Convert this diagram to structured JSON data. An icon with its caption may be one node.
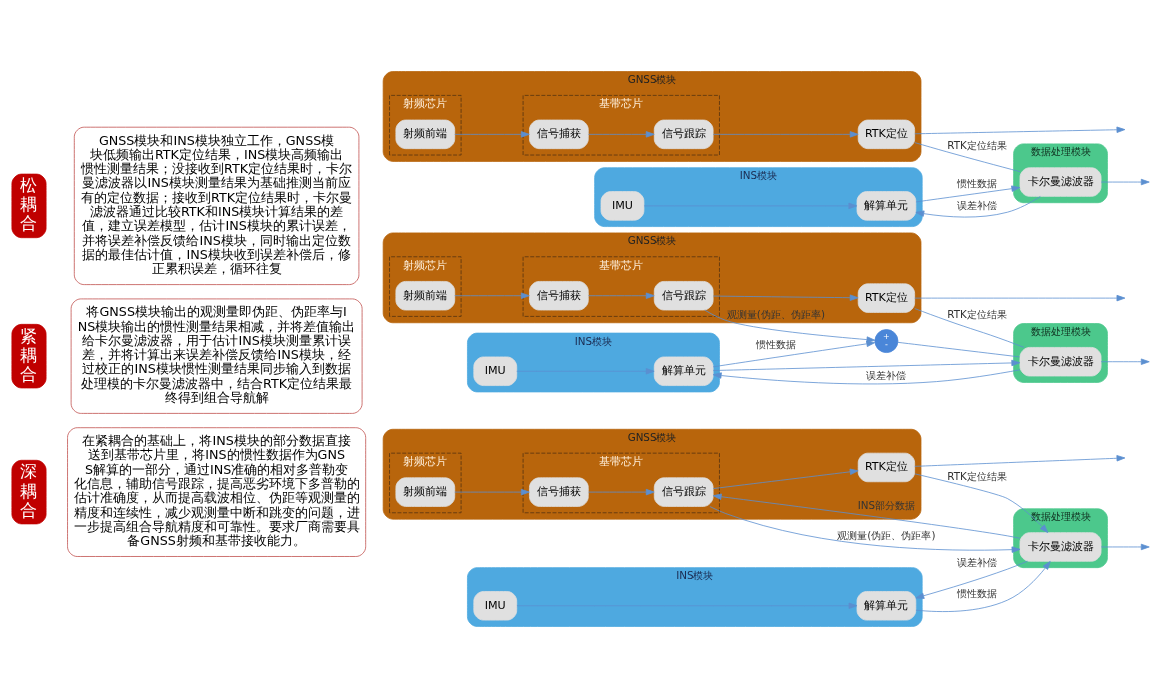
{
  "diagram": {
    "nodes": [
      {
        "text": [
          "松耦合"
        ]
      },
      {
        "text": [
          "GNSS模块和INS模块独立工作，GNSS模块低频输出RTK定位结果，INS模块高频输出惯性测量结果；没接收到RTK定位结果时，卡尔曼滤波器以INS模块测量结果为基础推测当前应有的定位数据；接收到RTK定位结果时，卡尔曼滤波器通过比较RTK和INS模块计算结果的差值，建立误差模型，估计INS模块的累计误差，并将误差补偿反馈给INS模块，同时输出定位数据的最佳估计值，INS模块收到误差补偿后，修正累积误差，循环往复"
        ]
      },
      {
        "text": [
          "GNSS模块"
        ]
      },
      {
        "text": [
          "射频芯片"
        ],
        "in": 2
      },
      {
        "text": [
          "射频前端"
        ],
        "in": 3
      },
      {
        "text": [
          "基带芯片"
        ],
        "in": 2
      },
      {
        "text": [
          "信号捕获"
        ],
        "in": 5
      },
      {
        "text": [
          "信号跟踪"
        ],
        "in": 5
      },
      {
        "text": [
          "RTK定位"
        ],
        "in": 2
      },
      {
        "text": [
          "INS模块"
        ]
      },
      {
        "text": [
          "IMU"
        ],
        "in": 9
      },
      {
        "text": [
          "解算单元"
        ],
        "in": 9
      },
      {
        "text": [
          "数据处理模块"
        ]
      },
      {
        "text": [
          "卡尔曼滤波器"
        ],
        "in": 12
      },
      {
        "text": [
          "紧耦合"
        ]
      },
      {
        "text": [
          "将GNSS模块输出的观测量即伪距、伪距率与INS模块输出的惯性测量结果相减，并将差值输出给卡尔曼滤波器，用于估计INS模块测量累计误差，并将计算出来误差补偿反馈给INS模块，经过校正的INS模块惯性测量结果同步输入到数据处理模的卡尔曼滤波器中，结合RTK定位结果最终得到组合导航解"
        ]
      },
      {
        "text": [
          "GNSS模块"
        ]
      },
      {
        "text": [
          "射频芯片"
        ],
        "in": 16
      },
      {
        "text": [
          "射频前端"
        ],
        "in": 17
      },
      {
        "text": [
          "基带芯片"
        ],
        "in": 16
      },
      {
        "text": [
          "信号捕获"
        ],
        "in": 19
      },
      {
        "text": [
          "信号跟踪"
        ],
        "in": 19
      },
      {
        "text": [
          "RTK定位"
        ],
        "in": 16
      },
      {
        "text": [
          "+",
          "-"
        ]
      },
      {
        "text": [
          "INS模块"
        ]
      },
      {
        "text": [
          "IMU"
        ],
        "in": 24
      },
      {
        "text": [
          "解算单元"
        ],
        "in": 24
      },
      {
        "text": [
          "数据处理模块"
        ]
      },
      {
        "text": [
          "卡尔曼滤波器"
        ],
        "in": 27
      },
      {
        "text": [
          "深耦合"
        ]
      },
      {
        "text": [
          "在紧耦合的基础上，将INS模块的部分数据直接送到基带芯片里，将INS的惯性数据作为GNSS解算的一部分，通过INS准确的相对多普勒变化信息，辅助信号跟踪，提高恶劣环境下多普勒的估计准确度，从而提高载波相位、伪距等观测量的精度和连续性，减少观测量中断和跳变的问题，进一步提高组合导航精度和可靠性。要求厂商需要具备GNSS射频和基带接收能力。"
        ]
      },
      {
        "text": [
          "GNSS模块"
        ]
      },
      {
        "text": [
          "射频芯片"
        ],
        "in": 31
      },
      {
        "text": [
          "射频前端"
        ],
        "in": 32
      },
      {
        "text": [
          "基带芯片"
        ],
        "in": 31
      },
      {
        "text": [
          "信号捕获"
        ],
        "in": 34
      },
      {
        "text": [
          "信号跟踪"
        ],
        "in": 34
      },
      {
        "text": [
          "RTK定位"
        ],
        "in": 31
      },
      {
        "text": [
          "INS模块"
        ]
      },
      {
        "text": [
          "IMU"
        ],
        "in": 38
      },
      {
        "text": [
          "解算单元"
        ],
        "in": 38
      },
      {
        "text": [
          "数据处理模块"
        ]
      },
      {
        "text": [
          "卡尔曼滤波器"
        ],
        "in": 41
      }
    ],
    "edges": [
      {
        "from": 4,
        "to": 6,
        "arrow": "to"
      },
      {
        "from": 6,
        "to": 7,
        "arrow": "to"
      },
      {
        "from": 7,
        "to": 8,
        "arrow": "to"
      },
      {
        "from": 8,
        "to": null,
        "arrow": "to"
      },
      {
        "from": 10,
        "to": 11,
        "arrow": "to"
      },
      {
        "from": 8,
        "to": 13,
        "arrow": "none",
        "label": "RTK定位结果"
      },
      {
        "from": 11,
        "to": 13,
        "arrow": "to",
        "label": "惯性数据"
      },
      {
        "from": 13,
        "to": 11,
        "arrow": "to",
        "label": "误差补偿"
      },
      {
        "from": 13,
        "to": null,
        "arrow": "to"
      },
      {
        "from": 18,
        "to": 20,
        "arrow": "to"
      },
      {
        "from": 20,
        "to": 21,
        "arrow": "to"
      },
      {
        "from": 21,
        "to": 22,
        "arrow": "to"
      },
      {
        "from": 22,
        "to": null,
        "arrow": "to"
      },
      {
        "from": 21,
        "to": 23,
        "arrow": "to",
        "label": "观测量(伪距、伪距率)"
      },
      {
        "from": 22,
        "to": 28,
        "arrow": "none",
        "label": "RTK定位结果"
      },
      {
        "from": 25,
        "to": 26,
        "arrow": "to"
      },
      {
        "from": 26,
        "to": 23,
        "arrow": "to",
        "label": "惯性数据"
      },
      {
        "from": 26,
        "to": 28,
        "arrow": "to"
      },
      {
        "from": 23,
        "to": 28,
        "arrow": "none"
      },
      {
        "from": 28,
        "to": 26,
        "arrow": "to",
        "label": "误差补偿"
      },
      {
        "from": 28,
        "to": null,
        "arrow": "to"
      },
      {
        "from": 33,
        "to": 35,
        "arrow": "to"
      },
      {
        "from": 35,
        "to": 36,
        "arrow": "to"
      },
      {
        "from": 36,
        "to": 37,
        "arrow": "to"
      },
      {
        "from": 37,
        "to": null,
        "arrow": "to"
      },
      {
        "from": 42,
        "to": 36,
        "arrow": "to",
        "label": "INS部分数据"
      },
      {
        "from": 36,
        "to": 42,
        "arrow": "to",
        "label": "观测量(伪距、伪距率)"
      },
      {
        "from": 37,
        "to": 42,
        "arrow": "to",
        "label": "RTK定位结果"
      },
      {
        "from": 39,
        "to": 40,
        "arrow": "to"
      },
      {
        "from": 40,
        "to": 42,
        "arrow": "to",
        "label": "惯性数据"
      },
      {
        "from": 42,
        "to": 40,
        "arrow": "to",
        "label": "误差补偿"
      },
      {
        "from": 42,
        "to": null,
        "arrow": "to"
      }
    ]
  }
}
